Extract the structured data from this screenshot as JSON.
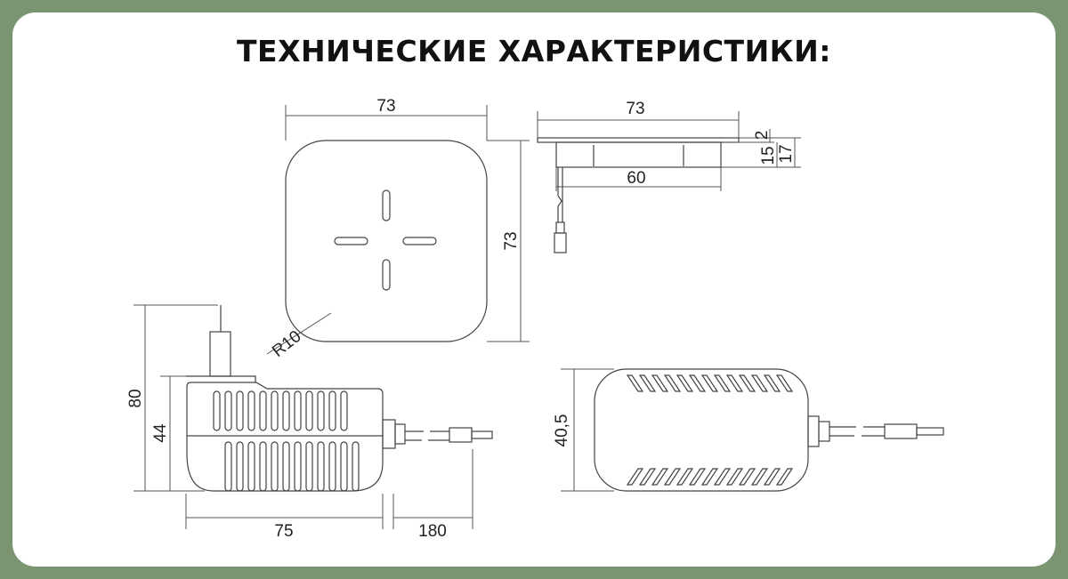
{
  "title": "ТЕХНИЧЕСКИЕ ХАРАКТЕРИСТИКИ:",
  "top_view": {
    "width": "73",
    "height": "73",
    "radius": "R10"
  },
  "side_view": {
    "width": "73",
    "inner_width": "60",
    "plate": "2",
    "body": "15",
    "total": "17"
  },
  "adapter_side": {
    "height_total": "80",
    "height_body": "44",
    "length": "75",
    "cable": "180"
  },
  "adapter_top": {
    "height": "40,5"
  },
  "colors": {
    "background": "#7b9472",
    "card": "#ffffff",
    "lines": "#444444"
  }
}
